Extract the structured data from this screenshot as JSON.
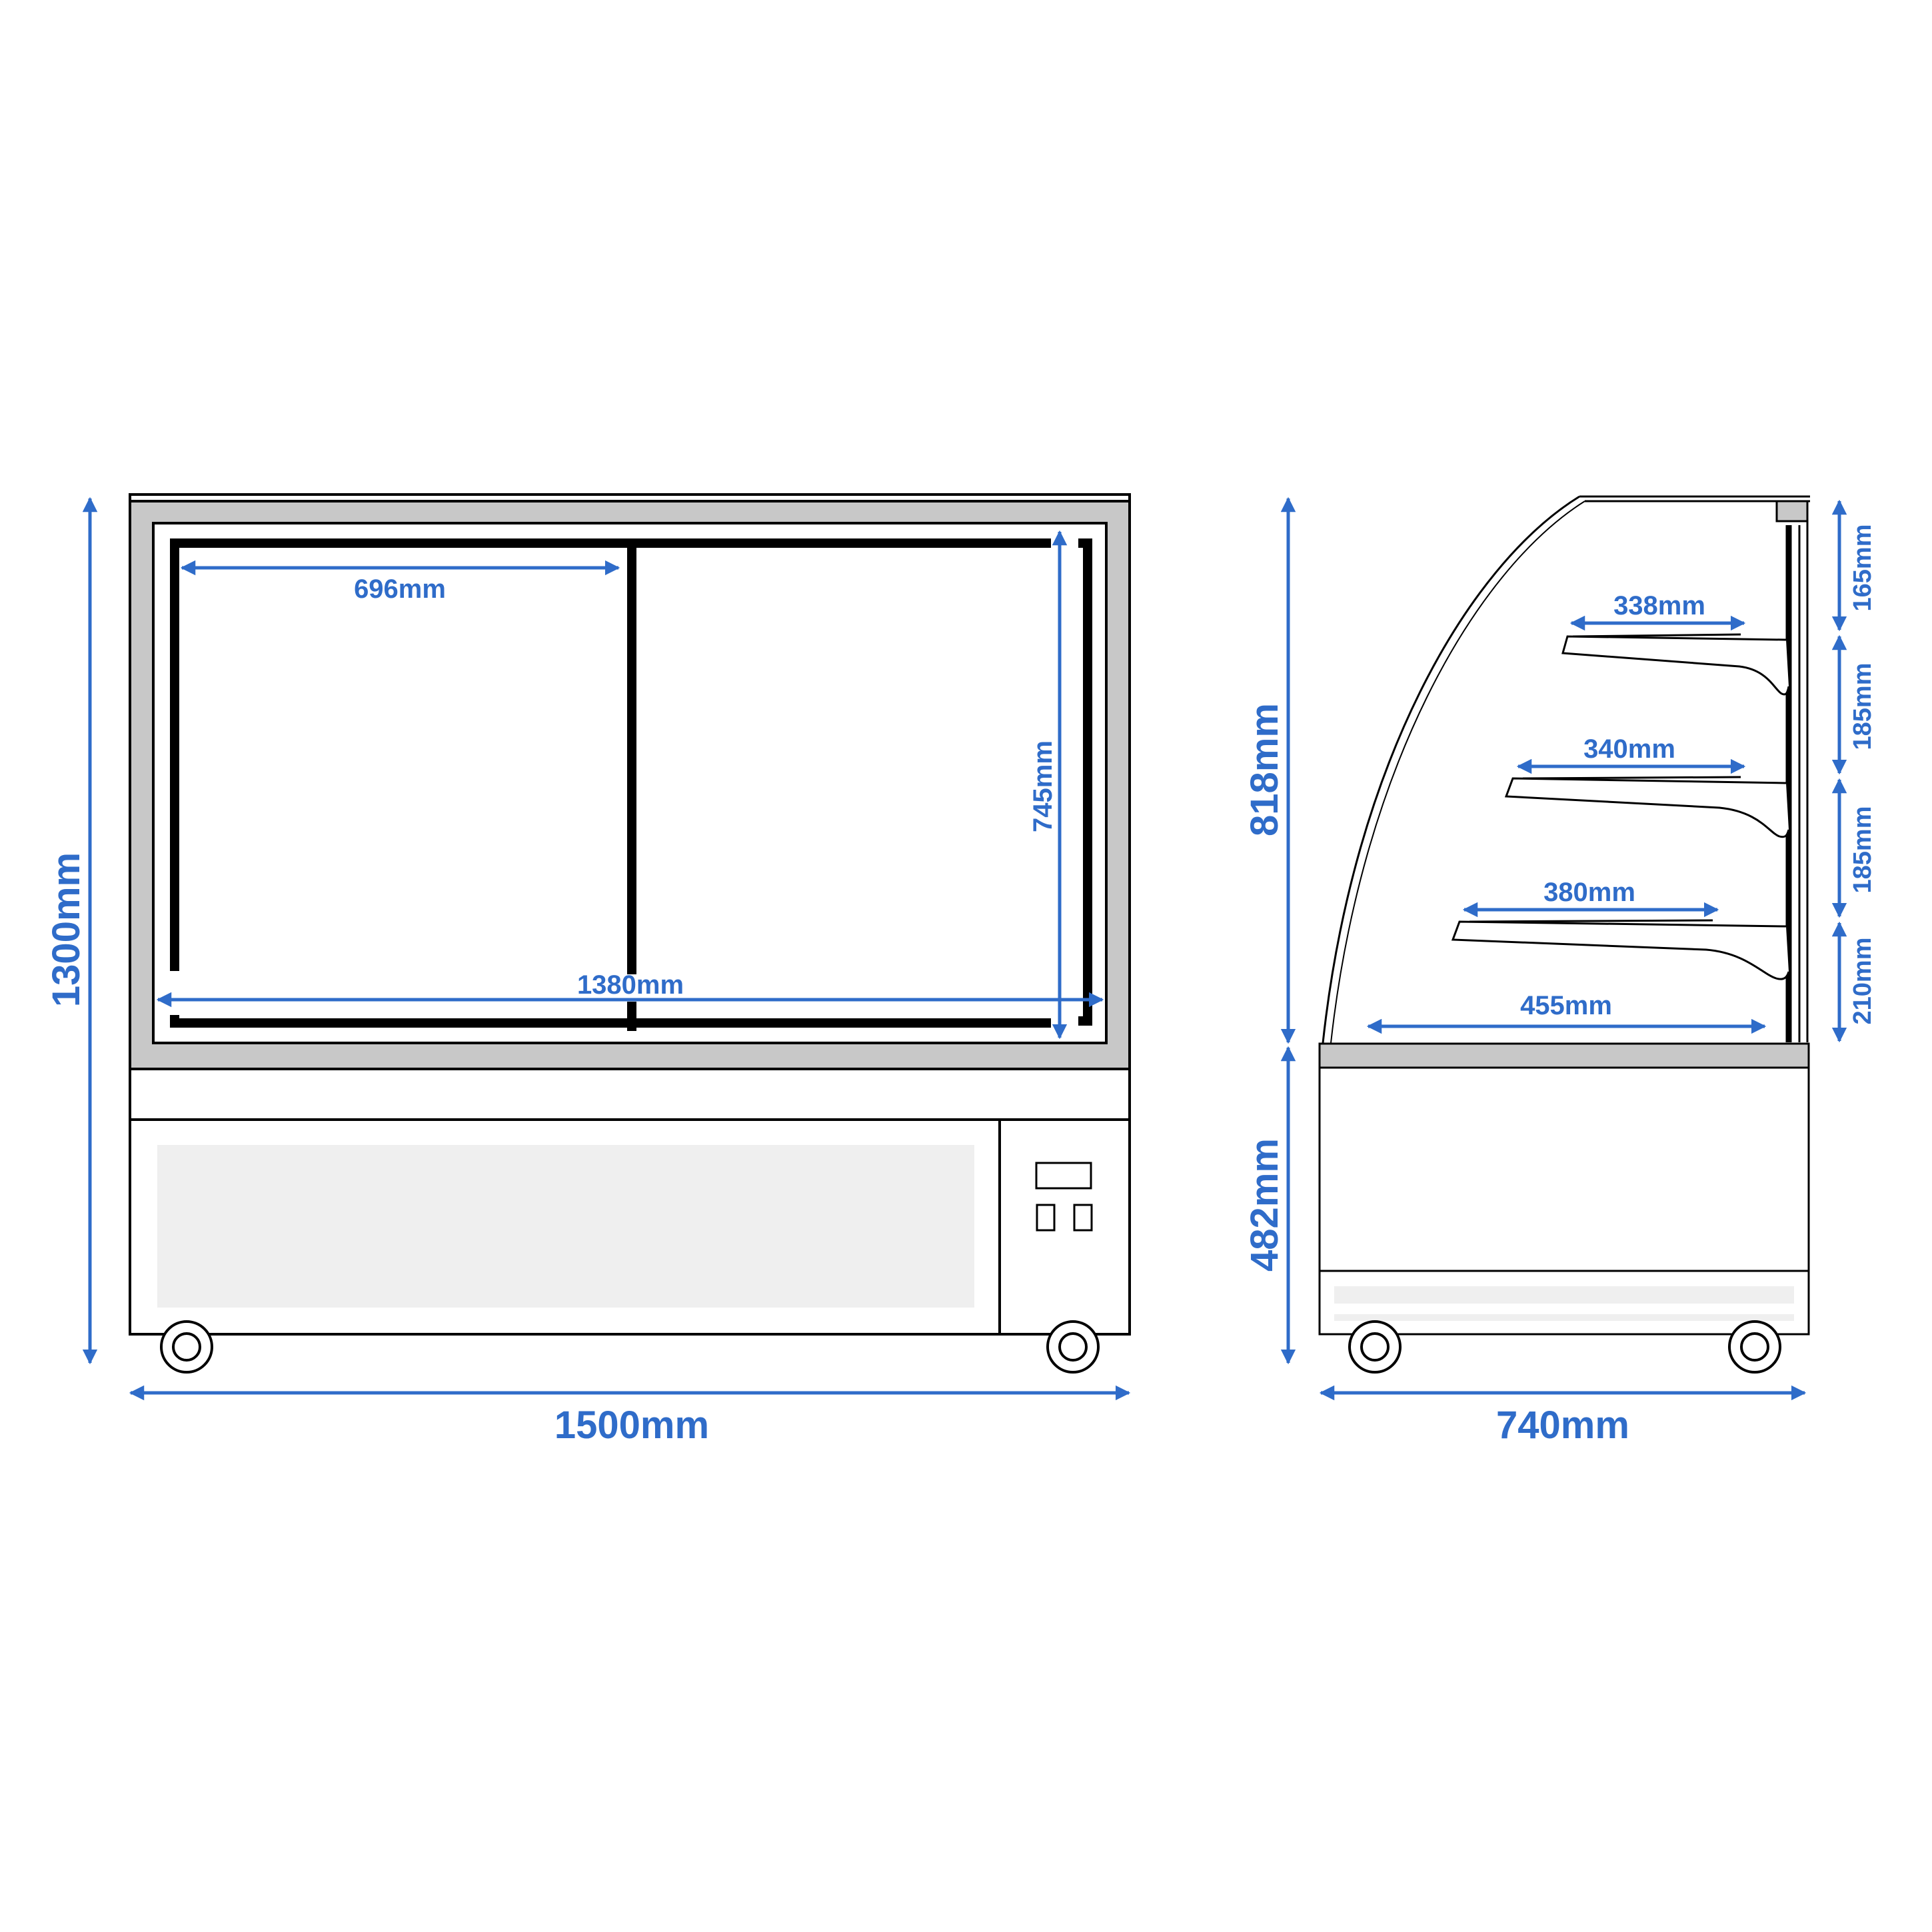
{
  "colors": {
    "dimension": "#2f6cc9",
    "outline": "#000000",
    "frame_fill": "#c8c8c8",
    "panel_fill": "#efefef",
    "background": "#ffffff"
  },
  "front_view": {
    "overall_width": "1500mm",
    "overall_height": "1300mm",
    "inner_width": "1380mm",
    "door_width": "696mm",
    "inner_height": "745mm"
  },
  "side_view": {
    "overall_depth": "740mm",
    "display_height": "818mm",
    "base_height": "482mm",
    "shelves": [
      {
        "depth": "338mm"
      },
      {
        "depth": "340mm"
      },
      {
        "depth": "380mm"
      },
      {
        "depth": "455mm"
      }
    ],
    "shelf_spacing": [
      "165mm",
      "185mm",
      "185mm",
      "210mm"
    ]
  }
}
